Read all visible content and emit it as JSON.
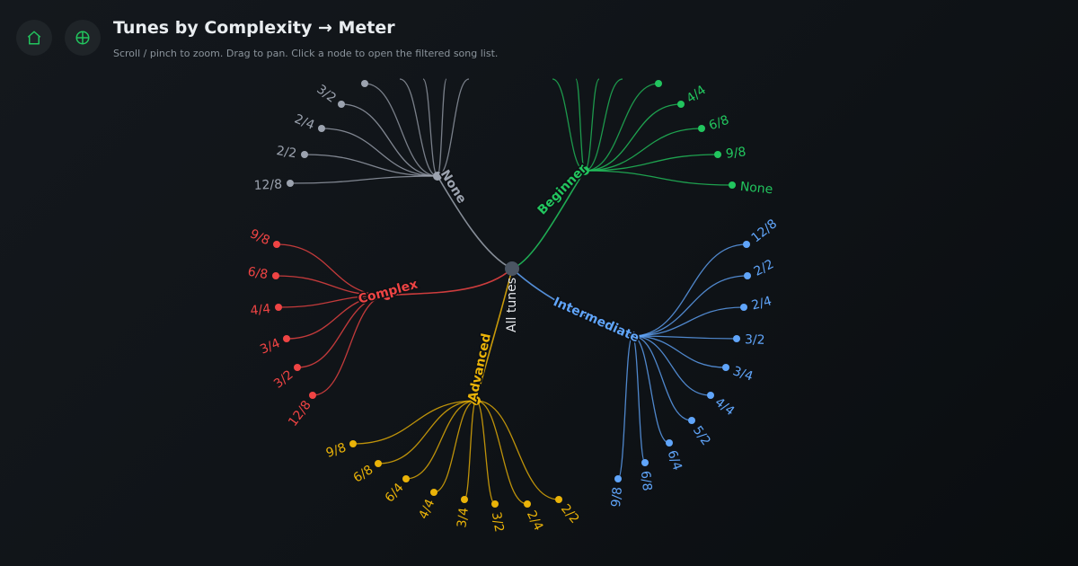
{
  "header": {
    "title": "Tunes by Complexity → Meter",
    "subtitle": "Scroll / pinch to zoom. Drag to pan. Click a node to open the filtered song list."
  },
  "toolbar": {
    "home_icon": "home-icon",
    "zoom_icon": "crosshair-icon",
    "accent": "#22c55e"
  },
  "tree": {
    "root": {
      "label": "All tunes",
      "color": "#4b5563"
    },
    "branches": [
      {
        "label": "None",
        "color": "#9ca3af",
        "children": [
          "3/2",
          "2/4",
          "2/2",
          "12/8"
        ]
      },
      {
        "label": "Beginner",
        "color": "#22c55e",
        "children": [
          "4/4",
          "6/8",
          "9/8",
          "None"
        ]
      },
      {
        "label": "Complex",
        "color": "#ef4444",
        "children": [
          "9/8",
          "6/8",
          "4/4",
          "3/4",
          "3/2",
          "12/8"
        ]
      },
      {
        "label": "Intermediate",
        "color": "#60a5fa",
        "children": [
          "12/8",
          "2/2",
          "2/4",
          "3/2",
          "3/4",
          "4/4",
          "5/2",
          "6/4",
          "6/8",
          "9/8"
        ]
      },
      {
        "label": "Advanced",
        "color": "#eab308",
        "children": [
          "9/8",
          "6/8",
          "6/4",
          "4/4",
          "3/4",
          "3/2",
          "2/4",
          "2/2"
        ]
      }
    ]
  }
}
